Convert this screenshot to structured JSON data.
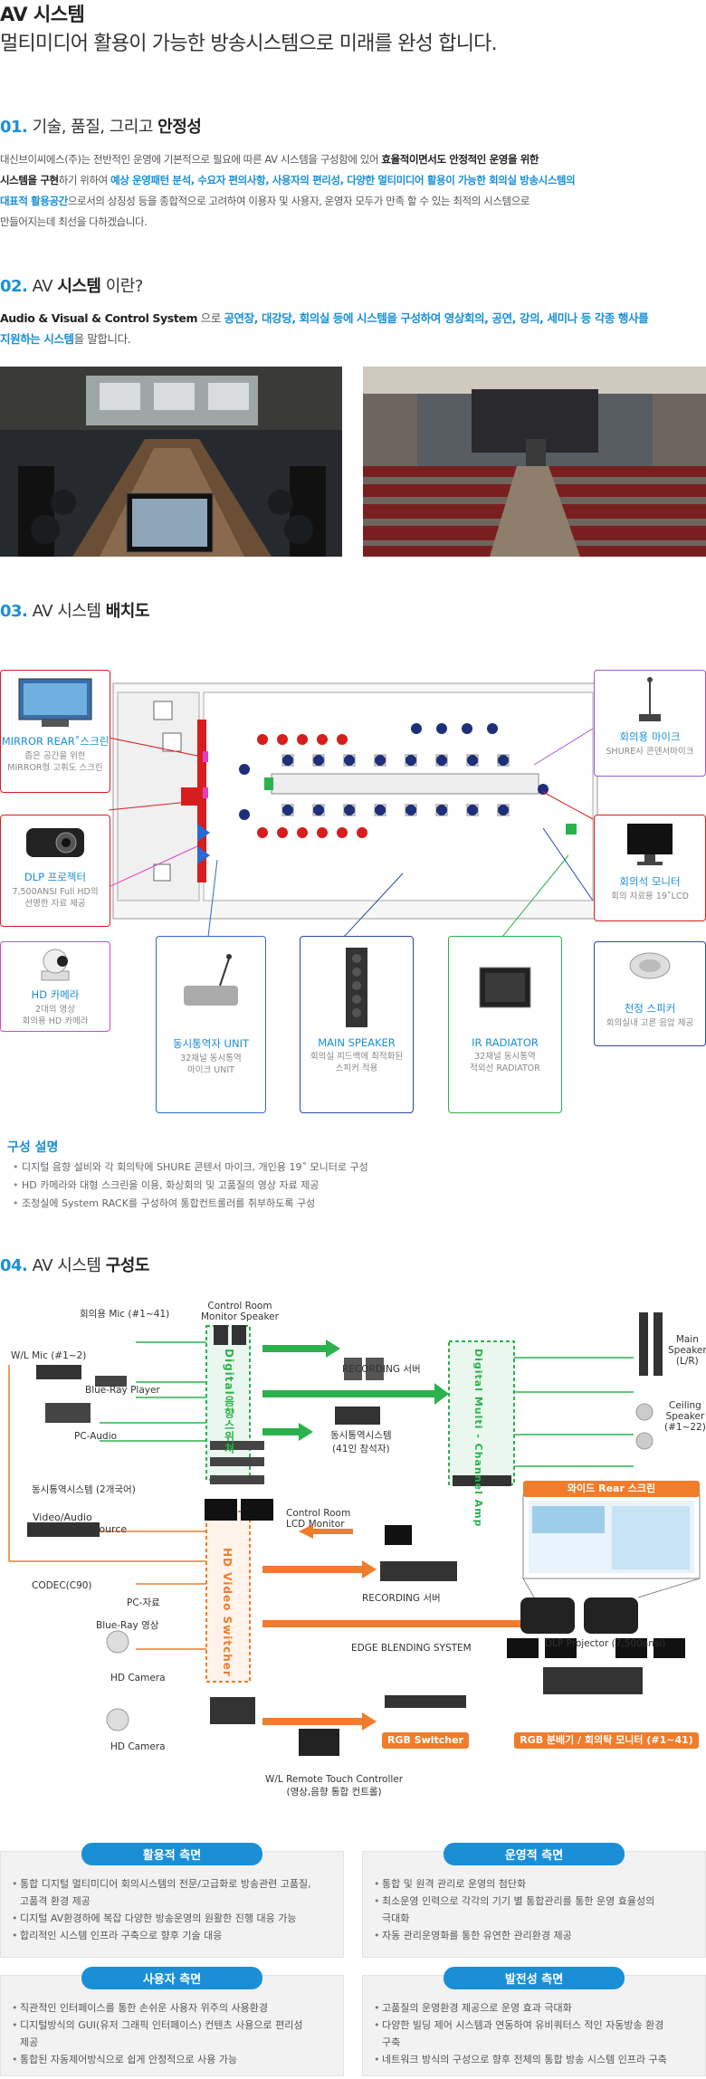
{
  "header": {
    "title": "AV 시스템",
    "subtitle": "멀티미디어 활용이 가능한 방송시스템으로 미래를 완성 합니다."
  },
  "sec1": {
    "num": "01.",
    "title_a": " 기술, 품질, 그리고 ",
    "title_b": "안정성",
    "p1_a": "대신브이씨에스(주)는 전반적인 운영에 기본적으로 필요에 따른 AV 시스템을 구성함에 있어 ",
    "p1_b": "효율적이면서도 안정적인 운영을 위한",
    "p2_a": "시스템을 구현",
    "p2_b": "하기 위하여 ",
    "p2_c": "예상 운영패턴 분석, 수요자 편의사항, 사용자의 편리성, 다양한 멀티미디어 활용이 가능한 회의실 방송시스템의",
    "p3_a": "대표적 활용공간",
    "p3_b": "으로서의 상징성 등을 종합적으로 고려하여 이용자 및 사용자, 운영자 모두가 만족 할 수 있는 최적의 시스템으로",
    "p4": "만들어지는데 최선을 다하겠습니다."
  },
  "sec2": {
    "num": "02.",
    "title_a": " AV ",
    "title_b": "시스템",
    "title_c": " 이란?",
    "p1_a": "Audio & Visual & Control System",
    "p1_b": " 으로 ",
    "p1_c": "공연장, 대강당, 회의실 등에 시스템을 구성하여 영상회의, 공연, 강의, 세미나 등 각종 행사를",
    "p2_a": "지원하는 시스템",
    "p2_b": "을 말합니다."
  },
  "sec3": {
    "num": "03.",
    "title_a": " AV 시스템 ",
    "title_b": "배치도",
    "callouts": {
      "mirror": {
        "title": "MIRROR REAR˚스크린",
        "desc1": "좁은 공간을 위한",
        "desc2": "MIRROR형 고휘도 스크린"
      },
      "dlp": {
        "title": "DLP 프로젝터",
        "desc1": "7,500ANSI Full HD의",
        "desc2": "선명한 자료 제공"
      },
      "hdcam": {
        "title": "HD 카메라",
        "desc1": "2대의 영상",
        "desc2": "회의용 HD 카메라"
      },
      "unit": {
        "title": "동시통역자 UNIT",
        "desc1": "32채널 동시통역",
        "desc2": "마이크 UNIT"
      },
      "speaker": {
        "title": "MAIN SPEAKER",
        "desc1": "회의실 피드백에 최적화된",
        "desc2": "스피커 적용"
      },
      "ir": {
        "title": "IR RADIATOR",
        "desc1": "32채널 동시통역",
        "desc2": "적외선 RADIATOR"
      },
      "mic": {
        "title": "회의용 마이크",
        "desc1": "SHURE사 콘덴서마이크",
        "desc2": ""
      },
      "monitor": {
        "title": "회의석 모니터",
        "desc1": "회의 자료용 19˚LCD",
        "desc2": ""
      },
      "ceiling": {
        "title": "천정 스피커",
        "desc1": "회의실내 고른 음압 제공",
        "desc2": ""
      }
    },
    "config_title": "구성 설명",
    "config": [
      "디지털 음향 설비와 각 회의탁에 SHURE 콘텐서 마이크, 개인용 19˚ 모니터로 구성",
      "HD 카메라와 대형 스크린을 이용, 화상회의 및 고품질의 영상 자료 제공",
      "조정실에 System RACK를 구성하여 통합컨트롤러를 취부하도록 구성"
    ]
  },
  "sec4": {
    "num": "04.",
    "title_a": " AV 시스템 ",
    "title_b": "구성도",
    "labels": {
      "mic": "회의용 Mic (#1~41)",
      "ctrl_spk": "Control Room\nMonitor Speaker",
      "wl_mic": "W/L Mic (#1~2)",
      "bluray": "Blue-Ray Player",
      "pc_audio": "PC-Audio",
      "interp": "동시통역시스템 (2개국어)",
      "conf_src": "Video/Audio\nConference Source",
      "codec": "CODEC(C90)",
      "pc_data": "PC-자료",
      "bluray_v": "Blue-Ray 영상",
      "hdcam1": "HD Camera",
      "hdcam2": "HD Camera",
      "digital_sw": "Digital음향스위쳐",
      "recording": "RECORDING 서버",
      "interp41": "동시통역시스템\n(41인 참석자)",
      "champ": "Digital Multi - Channel Amp",
      "main_spk": "Main\nSpeaker\n(L/R)",
      "ceil_spk": "Ceiling\nSpeaker\n(#1~22)",
      "wide_rear": "와이드 Rear 스크린",
      "ctrl_lcd": "Control Room\nLCD Monitor",
      "hd_sw": "HD Video Switcher",
      "recording2": "RECORDING 서버",
      "edge": "EDGE BLENDING SYSTEM",
      "dlp": "DLP Projector (7,500ansi)",
      "rgb_sw": "RGB Switcher",
      "rgb_dist": "RGB 분배기 / 회의탁 모니터 (#1~41)",
      "wl_remote": "W/L Remote Touch Controller\n(영상,음향 통합 컨트롤)"
    }
  },
  "aspects": [
    {
      "title": "활용적 측면",
      "items": [
        "통합 디지털 멀티미디어 회의시스템의 전문/고급화로 방송관련 고품질,",
        "고품격 환경 제공",
        "디지털 AV환경하에 복잡 다양한 방송운영의 원활한 진행 대응 가능",
        "합리적인 시스템 인프라 구축으로 향후 기술 대응"
      ],
      "bullets": [
        true,
        false,
        true,
        true
      ]
    },
    {
      "title": "운영적 측면",
      "items": [
        "통합 및 원격 관리로 운영의 첨단화",
        "최소운영 인력으로 각각의 기기 별 통합관리를 통한 운영 효율성의",
        "극대화",
        "자동 관리운영화를 통한 유연한 관리환경 제공"
      ],
      "bullets": [
        true,
        true,
        false,
        true
      ]
    },
    {
      "title": "사용자 측면",
      "items": [
        "직관적인 인터페이스를 통한 손쉬운 사용자 위주의 사용환경",
        "디지털방식의 GUI(유저 그래픽 인터페이스) 컨텐츠 사용으로 편리성",
        "제공",
        "통합된 자동제어방식으로 쉽게 안정적으로 사용 가능"
      ],
      "bullets": [
        true,
        true,
        false,
        true
      ]
    },
    {
      "title": "발전성 측면",
      "items": [
        "고품질의 운영환경 제공으로 운영 효과 극대화",
        "다양한 빌딩 제어 시스템과 연동하여 유비쿼터스 적인 자동방송 환경",
        "구축",
        "네트워크 방식의 구성으로 향후 전체의 통합 방송 시스템 인프라 구축"
      ],
      "bullets": [
        true,
        true,
        false,
        true
      ]
    }
  ],
  "colors": {
    "accent": "#1a8fd6",
    "orange": "#f07c2c",
    "green": "#2bb24c"
  }
}
